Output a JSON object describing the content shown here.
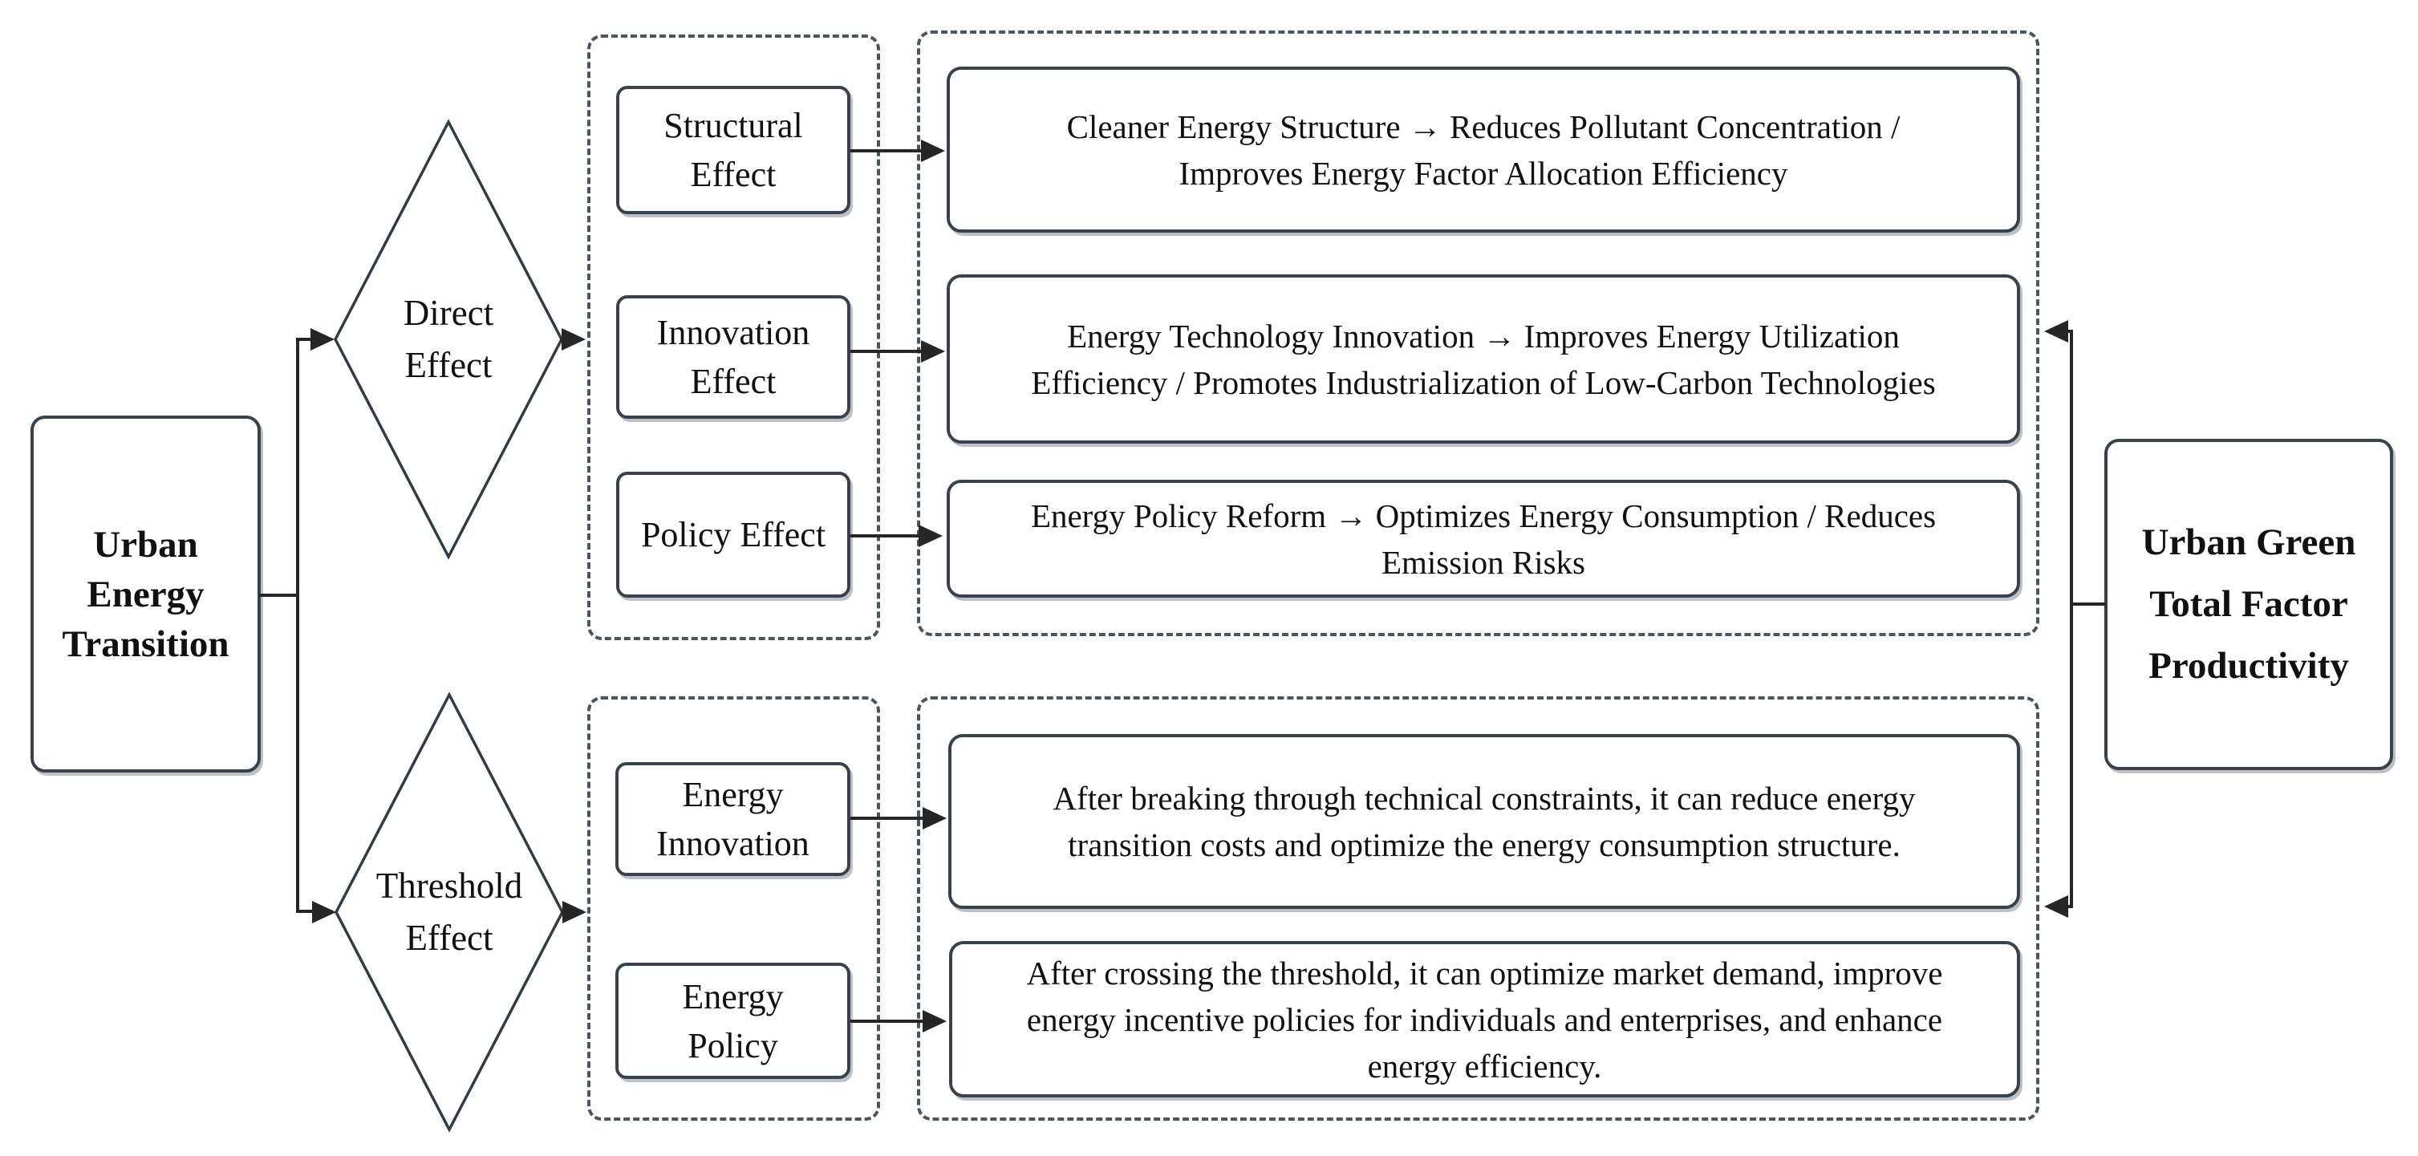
{
  "title": "Urban energy transition mechanism diagram",
  "colors": {
    "background": "#ffffff",
    "box_border": "#36434e",
    "dashed_border": "#4a555f",
    "arrow": "#262626",
    "text": "#111111"
  },
  "source_box": {
    "line1": "Urban",
    "line2": "Energy",
    "line3": "Transition"
  },
  "branch_direct": {
    "line1": "Direct",
    "line2": "Effect"
  },
  "branch_threshold": {
    "line1": "Threshold",
    "line2": "Effect"
  },
  "direct_effects": {
    "structural": {
      "line1": "Structural",
      "line2": "Effect"
    },
    "innovation": {
      "line1": "Innovation",
      "line2": "Effect"
    },
    "policy": {
      "line1": "Policy Effect"
    }
  },
  "direct_descriptions": {
    "structural": {
      "line1": "Cleaner Energy Structure → Reduces Pollutant Concentration /",
      "line2": "Improves Energy Factor Allocation Efficiency"
    },
    "innovation": {
      "line1": "Energy Technology Innovation → Improves Energy Utilization",
      "line2": "Efficiency / Promotes Industrialization of Low-Carbon Technologies"
    },
    "policy": {
      "line1": "Energy Policy Reform → Optimizes Energy Consumption / Reduces",
      "line2": "Emission Risks"
    }
  },
  "threshold_effects": {
    "energy_innovation": {
      "line1": "Energy",
      "line2": "Innovation"
    },
    "energy_policy": {
      "line1": "Energy",
      "line2": "Policy"
    }
  },
  "threshold_descriptions": {
    "energy_innovation": {
      "line1": "After breaking through technical constraints, it can reduce energy",
      "line2": "transition costs and optimize the energy consumption structure."
    },
    "energy_policy": {
      "line1": "After crossing the threshold, it can optimize market demand, improve",
      "line2": "energy incentive policies for individuals and enterprises, and enhance",
      "line3": "energy efficiency."
    }
  },
  "outcome_box": {
    "line1": "Urban Green",
    "line2": "Total Factor",
    "line3": "Productivity"
  }
}
